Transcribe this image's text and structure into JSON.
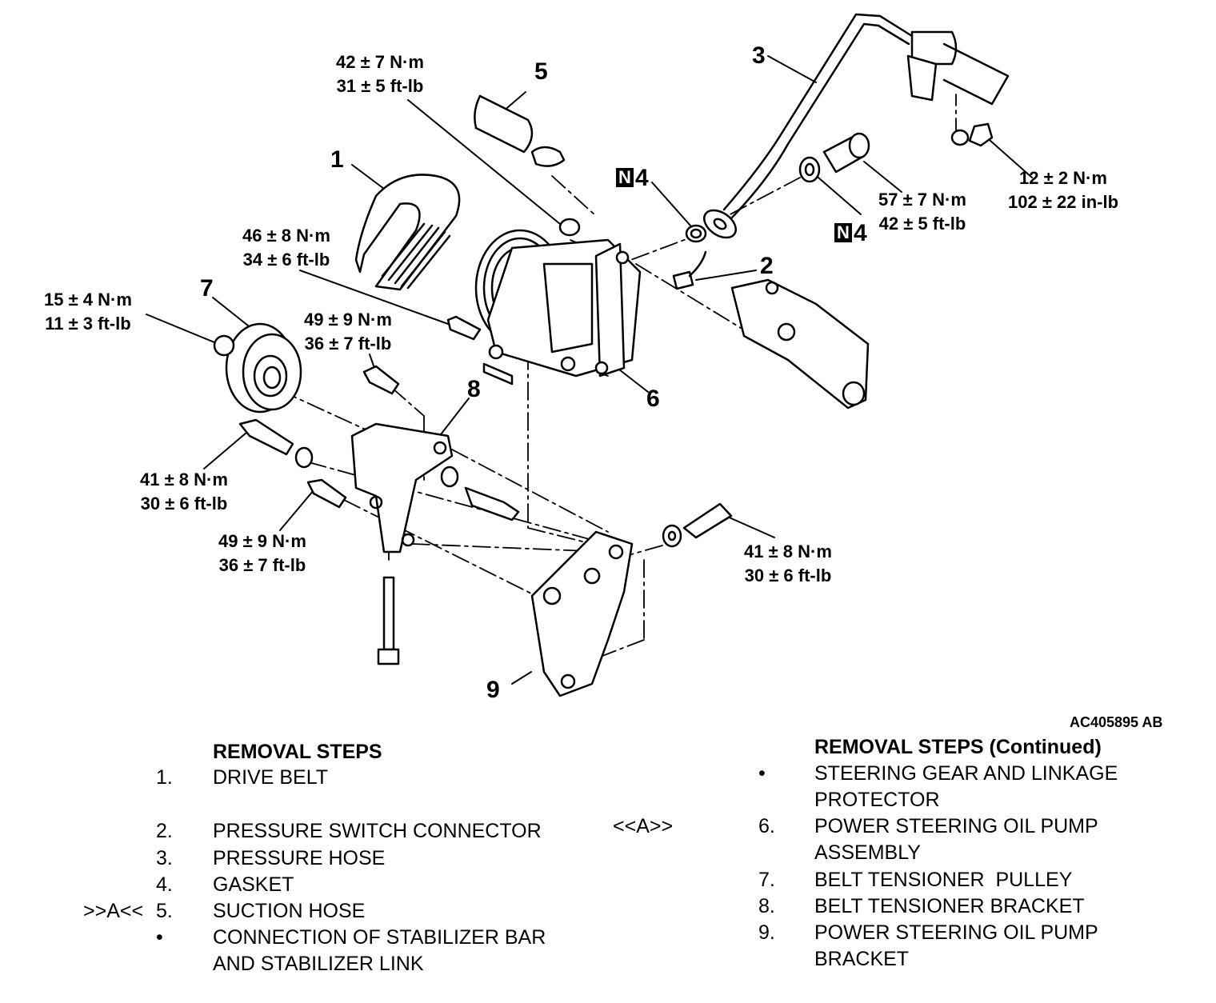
{
  "figure_id": "AC405895 AB",
  "callouts": {
    "c1": "1",
    "c2": "2",
    "c3": "3",
    "c4a": "4",
    "c4b": "4",
    "c5": "5",
    "c6": "6",
    "c7": "7",
    "c8": "8",
    "c9": "9",
    "n_mark": "N"
  },
  "torques": {
    "suction_hose": [
      "42 ± 7 N·m",
      "31 ± 5 ft-lb"
    ],
    "pump_front": [
      "46 ± 8 N·m",
      "34 ± 6 ft-lb"
    ],
    "tensioner_pulley": [
      "15 ± 4 N·m",
      "11 ± 3 ft-lb"
    ],
    "bracket_upper": [
      "49 ± 9 N·m",
      "36 ± 7 ft-lb"
    ],
    "bracket_left": [
      "41 ± 8 N·m",
      "30 ± 6 ft-lb"
    ],
    "bracket_lower": [
      "49 ± 9 N·m",
      "36 ± 7 ft-lb"
    ],
    "eye_bolt": [
      "57 ± 7 N·m",
      "42 ± 5 ft-lb"
    ],
    "stabilizer_nut": [
      "12 ± 2 N·m",
      "102 ± 22 in-lb"
    ],
    "pump_bracket_right": [
      "41 ± 8 N·m",
      "30 ± 6 ft-lb"
    ]
  },
  "removal_left": {
    "title": "REMOVAL STEPS",
    "steps": [
      {
        "mark": "",
        "num": "1.",
        "text": "DRIVE BELT"
      },
      {
        "mark": "",
        "num": "2.",
        "text": "PRESSURE SWITCH CONNECTOR"
      },
      {
        "mark": "",
        "num": "3.",
        "text": "PRESSURE HOSE"
      },
      {
        "mark": "",
        "num": "4.",
        "text": "GASKET"
      },
      {
        "mark": ">>A<<",
        "num": "5.",
        "text": "SUCTION HOSE"
      },
      {
        "mark": "",
        "num": "•",
        "text": "CONNECTION OF STABILIZER BAR",
        "text2": "AND STABILIZER LINK"
      }
    ]
  },
  "removal_right": {
    "title": "REMOVAL STEPS (Continued)",
    "steps": [
      {
        "mark": "",
        "num": "•",
        "text": "STEERING GEAR AND LINKAGE",
        "text2": "PROTECTOR"
      },
      {
        "mark": "<<A>>",
        "num": "6.",
        "text": "POWER STEERING OIL PUMP",
        "text2": "ASSEMBLY"
      },
      {
        "mark": "",
        "num": "7.",
        "text": "BELT TENSIONER  PULLEY"
      },
      {
        "mark": "",
        "num": "8.",
        "text": "BELT TENSIONER BRACKET"
      },
      {
        "mark": "",
        "num": "9.",
        "text": "POWER STEERING OIL PUMP",
        "text2": "BRACKET"
      }
    ]
  }
}
